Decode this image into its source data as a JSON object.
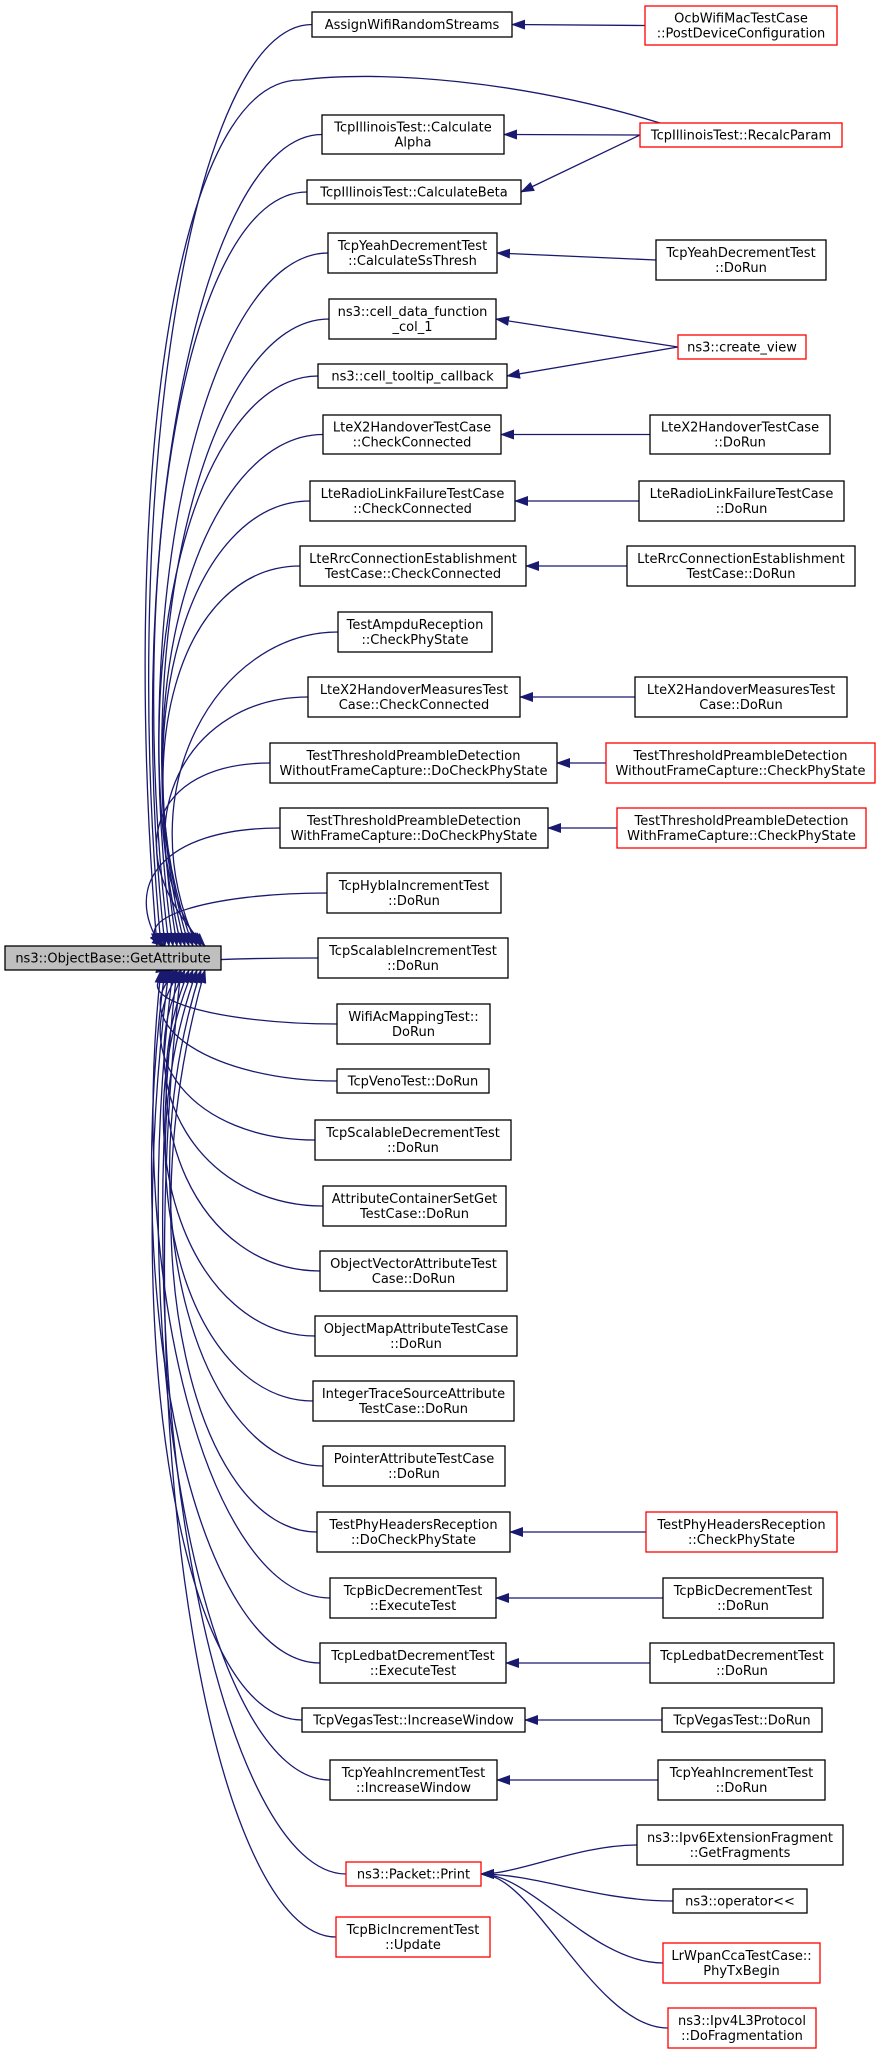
{
  "diagram": {
    "colors": {
      "edge": "#191970",
      "node_border": "#000000",
      "truncated_node_border": "#ff0000",
      "root_fill": "#bfbfbf"
    },
    "root": {
      "id": "root",
      "label": [
        "ns3::ObjectBase::GetAttribute"
      ]
    },
    "callers": [
      {
        "id": "c1",
        "label": [
          "AssignWifiRandomStreams"
        ]
      },
      {
        "id": "c2",
        "label": [
          "TcpIllinoisTest::Calculate",
          "Alpha"
        ]
      },
      {
        "id": "c3",
        "label": [
          "TcpIllinoisTest::CalculateBeta"
        ]
      },
      {
        "id": "c4",
        "label": [
          "TcpYeahDecrementTest",
          "::CalculateSsThresh"
        ]
      },
      {
        "id": "c5",
        "label": [
          "ns3::cell_data_function",
          "_col_1"
        ]
      },
      {
        "id": "c6",
        "label": [
          "ns3::cell_tooltip_callback"
        ]
      },
      {
        "id": "c7",
        "label": [
          "LteX2HandoverTestCase",
          "::CheckConnected"
        ]
      },
      {
        "id": "c8",
        "label": [
          "LteRadioLinkFailureTestCase",
          "::CheckConnected"
        ]
      },
      {
        "id": "c9",
        "label": [
          "LteRrcConnectionEstablishment",
          "TestCase::CheckConnected"
        ]
      },
      {
        "id": "c10",
        "label": [
          "TestAmpduReception",
          "::CheckPhyState"
        ]
      },
      {
        "id": "c11",
        "label": [
          "LteX2HandoverMeasuresTest",
          "Case::CheckConnected"
        ]
      },
      {
        "id": "c12",
        "label": [
          "TestThresholdPreambleDetection",
          "WithoutFrameCapture::DoCheckPhyState"
        ]
      },
      {
        "id": "c13",
        "label": [
          "TestThresholdPreambleDetection",
          "WithFrameCapture::DoCheckPhyState"
        ]
      },
      {
        "id": "c14",
        "label": [
          "TcpHyblaIncrementTest",
          "::DoRun"
        ]
      },
      {
        "id": "c15",
        "label": [
          "TcpScalableIncrementTest",
          "::DoRun"
        ]
      },
      {
        "id": "c16",
        "label": [
          "WifiAcMappingTest::",
          "DoRun"
        ]
      },
      {
        "id": "c17",
        "label": [
          "TcpVenoTest::DoRun"
        ]
      },
      {
        "id": "c18",
        "label": [
          "TcpScalableDecrementTest",
          "::DoRun"
        ]
      },
      {
        "id": "c19",
        "label": [
          "AttributeContainerSetGet",
          "TestCase::DoRun"
        ]
      },
      {
        "id": "c20",
        "label": [
          "ObjectVectorAttributeTest",
          "Case::DoRun"
        ]
      },
      {
        "id": "c21",
        "label": [
          "ObjectMapAttributeTestCase",
          "::DoRun"
        ]
      },
      {
        "id": "c22",
        "label": [
          "IntegerTraceSourceAttribute",
          "TestCase::DoRun"
        ]
      },
      {
        "id": "c23",
        "label": [
          "PointerAttributeTestCase",
          "::DoRun"
        ]
      },
      {
        "id": "c24",
        "label": [
          "TestPhyHeadersReception",
          "::DoCheckPhyState"
        ]
      },
      {
        "id": "c25",
        "label": [
          "TcpBicDecrementTest",
          "::ExecuteTest"
        ]
      },
      {
        "id": "c26",
        "label": [
          "TcpLedbatDecrementTest",
          "::ExecuteTest"
        ]
      },
      {
        "id": "c27",
        "label": [
          "TcpVegasTest::IncreaseWindow"
        ]
      },
      {
        "id": "c28",
        "label": [
          "TcpYeahIncrementTest",
          "::IncreaseWindow"
        ]
      },
      {
        "id": "c29",
        "label": [
          "ns3::Packet::Print"
        ],
        "truncated": true
      },
      {
        "id": "c30",
        "label": [
          "TcpBicIncrementTest",
          "::Update"
        ],
        "truncated": true
      }
    ],
    "callers_of_callers": [
      {
        "id": "r1",
        "label": [
          "OcbWifiMacTestCase",
          "::PostDeviceConfiguration"
        ],
        "truncated": true
      },
      {
        "id": "r2",
        "label": [
          "TcpIllinoisTest::RecalcParam"
        ],
        "truncated": true
      },
      {
        "id": "r3",
        "label": [
          "TcpYeahDecrementTest",
          "::DoRun"
        ]
      },
      {
        "id": "r4",
        "label": [
          "ns3::create_view"
        ],
        "truncated": true
      },
      {
        "id": "r5",
        "label": [
          "LteX2HandoverTestCase",
          "::DoRun"
        ]
      },
      {
        "id": "r6",
        "label": [
          "LteRadioLinkFailureTestCase",
          "::DoRun"
        ]
      },
      {
        "id": "r7",
        "label": [
          "LteRrcConnectionEstablishment",
          "TestCase::DoRun"
        ]
      },
      {
        "id": "r8",
        "label": [
          "LteX2HandoverMeasuresTest",
          "Case::DoRun"
        ]
      },
      {
        "id": "r9",
        "label": [
          "TestThresholdPreambleDetection",
          "WithoutFrameCapture::CheckPhyState"
        ],
        "truncated": true
      },
      {
        "id": "r10",
        "label": [
          "TestThresholdPreambleDetection",
          "WithFrameCapture::CheckPhyState"
        ],
        "truncated": true
      },
      {
        "id": "r11",
        "label": [
          "TestPhyHeadersReception",
          "::CheckPhyState"
        ],
        "truncated": true
      },
      {
        "id": "r12",
        "label": [
          "TcpBicDecrementTest",
          "::DoRun"
        ]
      },
      {
        "id": "r13",
        "label": [
          "TcpLedbatDecrementTest",
          "::DoRun"
        ]
      },
      {
        "id": "r14",
        "label": [
          "TcpVegasTest::DoRun"
        ]
      },
      {
        "id": "r15",
        "label": [
          "TcpYeahIncrementTest",
          "::DoRun"
        ]
      },
      {
        "id": "r16",
        "label": [
          "ns3::Ipv6ExtensionFragment",
          "::GetFragments"
        ]
      },
      {
        "id": "r17",
        "label": [
          "ns3::operator<<"
        ]
      },
      {
        "id": "r18",
        "label": [
          "LrWpanCcaTestCase::",
          "PhyTxBegin"
        ],
        "truncated": true
      },
      {
        "id": "r19",
        "label": [
          "ns3::Ipv4L3Protocol",
          "::DoFragmentation"
        ],
        "truncated": true
      }
    ],
    "edges": [
      [
        "c1",
        "root"
      ],
      [
        "c2",
        "root"
      ],
      [
        "c3",
        "root"
      ],
      [
        "c4",
        "root"
      ],
      [
        "c5",
        "root"
      ],
      [
        "c6",
        "root"
      ],
      [
        "c7",
        "root"
      ],
      [
        "c8",
        "root"
      ],
      [
        "c9",
        "root"
      ],
      [
        "c10",
        "root"
      ],
      [
        "c11",
        "root"
      ],
      [
        "c12",
        "root"
      ],
      [
        "c13",
        "root"
      ],
      [
        "c14",
        "root"
      ],
      [
        "c15",
        "root"
      ],
      [
        "c16",
        "root"
      ],
      [
        "c17",
        "root"
      ],
      [
        "c18",
        "root"
      ],
      [
        "c19",
        "root"
      ],
      [
        "c20",
        "root"
      ],
      [
        "c21",
        "root"
      ],
      [
        "c22",
        "root"
      ],
      [
        "c23",
        "root"
      ],
      [
        "c24",
        "root"
      ],
      [
        "c25",
        "root"
      ],
      [
        "c26",
        "root"
      ],
      [
        "c27",
        "root"
      ],
      [
        "c28",
        "root"
      ],
      [
        "c29",
        "root"
      ],
      [
        "c30",
        "root"
      ],
      [
        "r2",
        "root"
      ],
      [
        "r1",
        "c1"
      ],
      [
        "r2",
        "c2"
      ],
      [
        "r2",
        "c3"
      ],
      [
        "r3",
        "c4"
      ],
      [
        "r4",
        "c5"
      ],
      [
        "r4",
        "c6"
      ],
      [
        "r5",
        "c7"
      ],
      [
        "r6",
        "c8"
      ],
      [
        "r7",
        "c9"
      ],
      [
        "r8",
        "c11"
      ],
      [
        "r9",
        "c12"
      ],
      [
        "r10",
        "c13"
      ],
      [
        "r11",
        "c24"
      ],
      [
        "r12",
        "c25"
      ],
      [
        "r13",
        "c26"
      ],
      [
        "r14",
        "c27"
      ],
      [
        "r15",
        "c28"
      ],
      [
        "r16",
        "c29"
      ],
      [
        "r17",
        "c29"
      ],
      [
        "r18",
        "c29"
      ],
      [
        "r19",
        "c29"
      ]
    ]
  }
}
